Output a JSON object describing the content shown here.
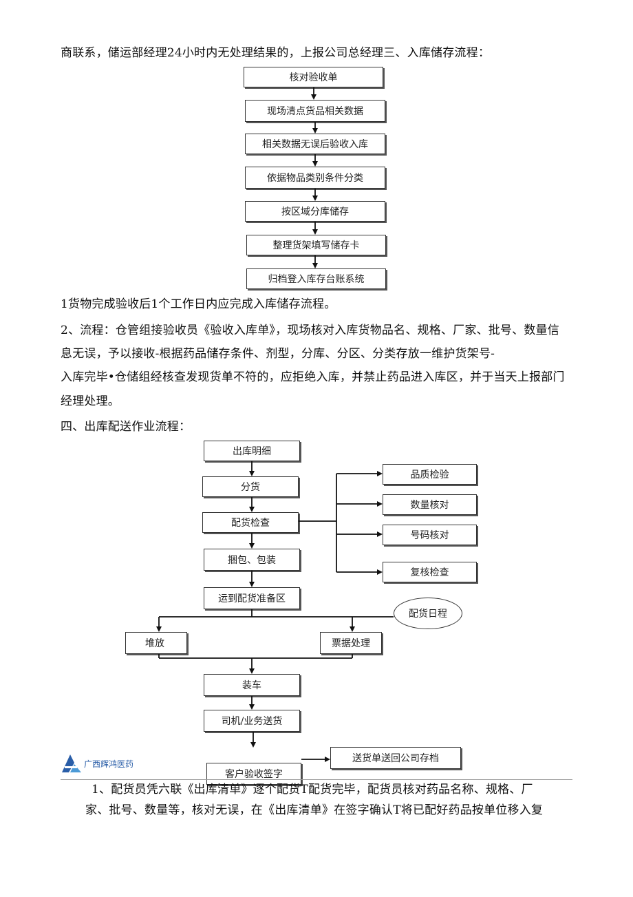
{
  "texts": {
    "p_top": "商联系，储运部经理24小时内无处理结果的，上报公司总经理三、入库储存流程：",
    "p1": "1货物完成验收后1个工作日内应完成入库储存流程。",
    "p2_a": "2、流程：仓管组接验收员《验收入库单》，现场核对入库货物品名、规格、厂家、批号、数量信",
    "p2_b": "息无误，予以接收-根据药品储存条件、剂型，分库、分区、分类存放一维护货架号-",
    "p2_c": "入库完毕•仓储组经核查发现货单不符的，应拒绝入库，并禁止药品进入库区，并于当天上报部门",
    "p2_d": "经理处理。",
    "section4": "四、出库配送作业流程：",
    "p_bottom_a": "1、配货员凭六联《出库清单》逐个配货T配货完毕，配货员核对药品名称、规格、厂",
    "p_bottom_b": "家、批号、数量等，核对无误，在《出库清单》在签字确认T将已配好药品按单位移入复"
  },
  "flow1": [
    "核对验收单",
    "现场清点货品相关数据",
    "相关数据无误后验收入库",
    "依据物品类别条件分类",
    "按区域分库储存",
    "整理货架填写储存卡",
    "归档登入库存台账系统"
  ],
  "flow2": {
    "main": [
      "出库明细",
      "分货",
      "配货检查",
      "捆包、包装",
      "运到配货准备区"
    ],
    "checks": [
      "品质检验",
      "数量核对",
      "号码核对",
      "复核检查"
    ],
    "schedule": "配货日程",
    "split": [
      "堆放",
      "票据处理"
    ],
    "tail": [
      "装车",
      "司机/业务送货",
      "客户验收签字"
    ],
    "return": "送货单送回公司存档"
  },
  "logo": {
    "text": "广西辉鸿医药",
    "color": "#2a5ea8"
  }
}
